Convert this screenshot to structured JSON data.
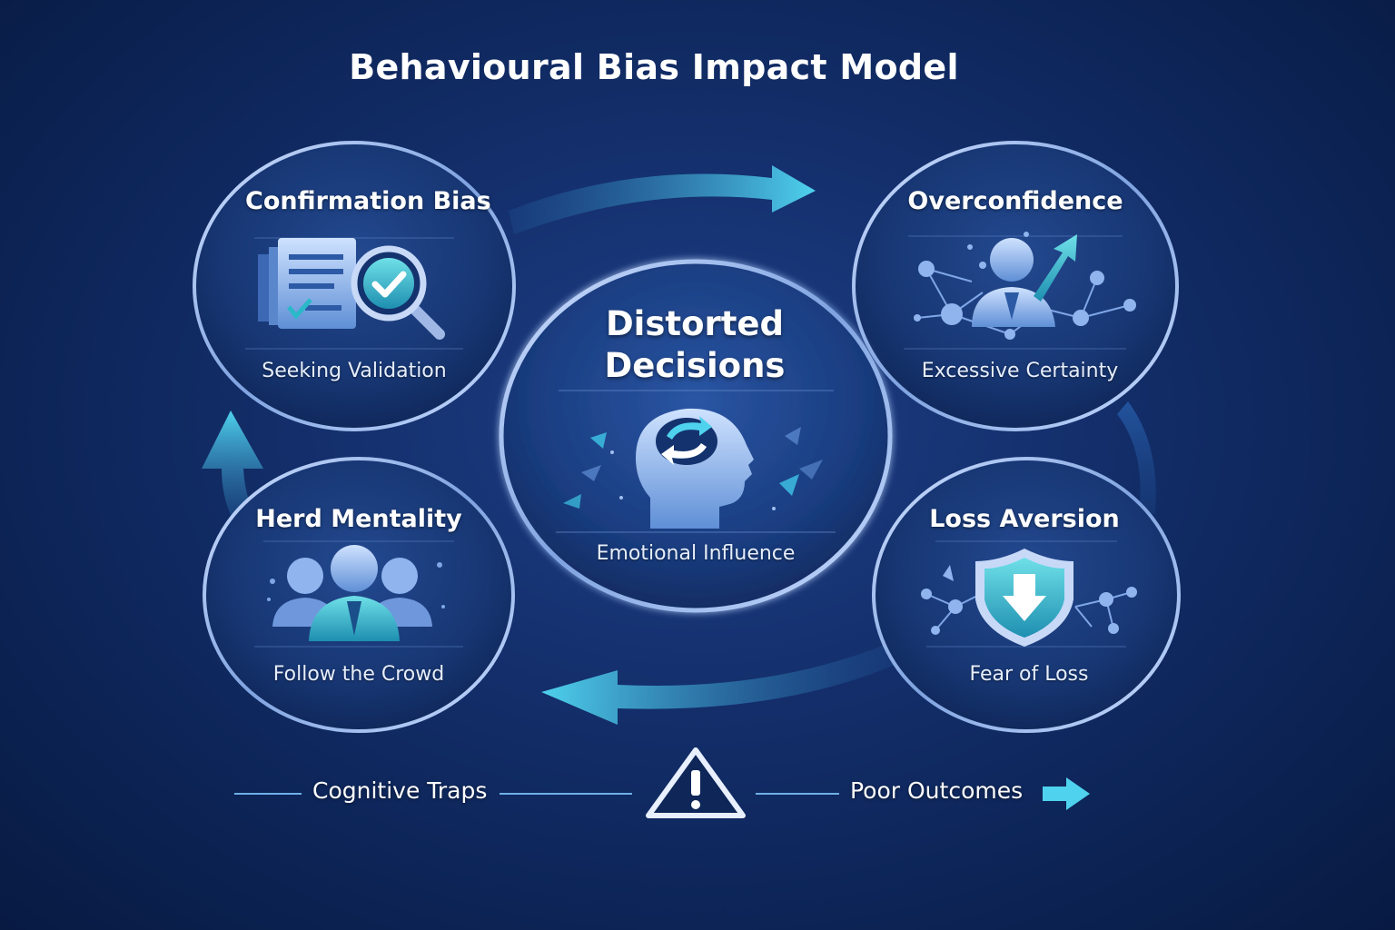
{
  "title": "Behavioural Bias Impact Model",
  "center": {
    "title_line1": "Distorted",
    "title_line2": "Decisions",
    "subtitle": "Emotional Influence",
    "icon": "head-cycle-icon"
  },
  "nodes": [
    {
      "id": "confirmation",
      "title": "Confirmation Bias",
      "subtitle": "Seeking Validation",
      "icon": "document-magnifier-check-icon"
    },
    {
      "id": "overconfidence",
      "title": "Overconfidence",
      "subtitle": "Excessive Certainty",
      "icon": "person-network-arrow-icon"
    },
    {
      "id": "herd",
      "title": "Herd Mentality",
      "subtitle": "Follow the Crowd",
      "icon": "group-people-icon"
    },
    {
      "id": "loss",
      "title": "Loss Aversion",
      "subtitle": "Fear of Loss",
      "icon": "shield-down-arrow-icon"
    }
  ],
  "bottom": {
    "left_label": "Cognitive Traps",
    "right_label": "Poor Outcomes",
    "warning_icon": "warning-triangle-icon",
    "arrow_icon": "arrow-right-icon"
  },
  "colors": {
    "background": "#0c2456",
    "accent_cyan": "#3fc6e6",
    "circle_fill": "#183a7c",
    "ring": "#9fbff0",
    "text": "#ffffff"
  }
}
